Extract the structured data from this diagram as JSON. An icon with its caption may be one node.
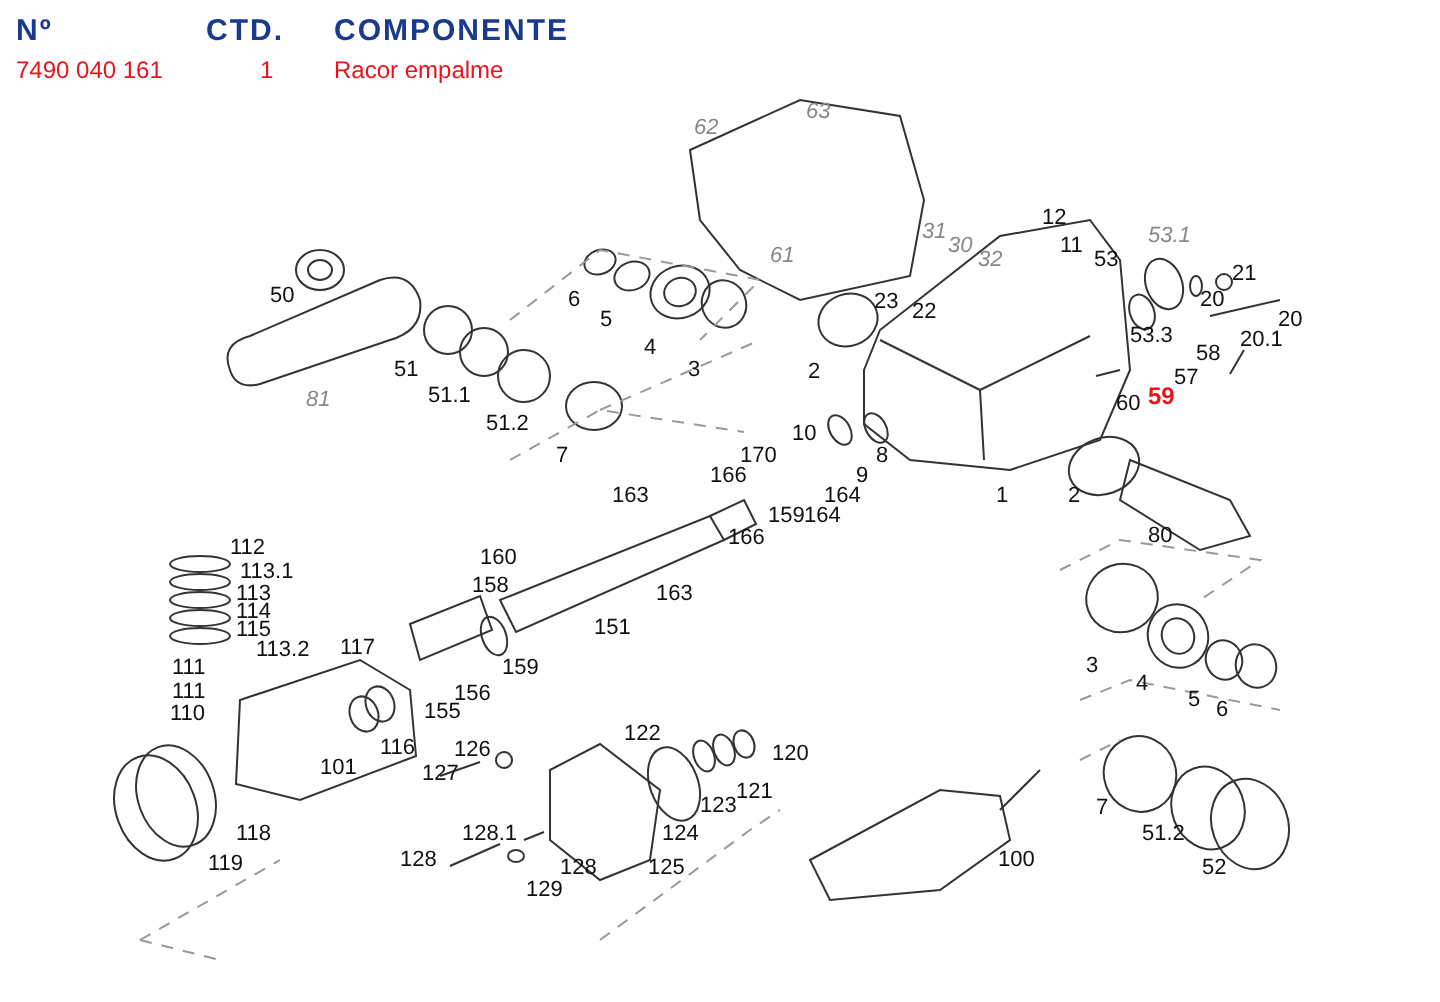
{
  "diagram": {
    "labels": [
      "Nº",
      "CTD.",
      "COMPONENTE",
      "7490 040 161",
      "1",
      "Racor empalme",
      "62",
      "63",
      "61",
      "12",
      "11",
      "31",
      "30",
      "32",
      "53",
      "53.1",
      "21",
      "50",
      "6",
      "5",
      "23",
      "20",
      "22",
      "20",
      "4",
      "3",
      "53.3",
      "20.1",
      "81",
      "51",
      "51.1",
      "51.2",
      "2",
      "58",
      "57",
      "60",
      "59",
      "10",
      "7",
      "170",
      "8",
      "166",
      "9",
      "163",
      "164",
      "1",
      "2",
      "159",
      "164",
      "166",
      "80",
      "160",
      "163",
      "112",
      "113.1",
      "113",
      "114",
      "115",
      "113.2",
      "158",
      "151",
      "111",
      "117",
      "159",
      "3",
      "111",
      "156",
      "110",
      "155",
      "116",
      "4",
      "5",
      "6",
      "122",
      "126",
      "120",
      "127",
      "121",
      "123",
      "101",
      "7",
      "118",
      "128.1",
      "124",
      "51.2",
      "119",
      "128",
      "128",
      "125",
      "100",
      "52",
      "129"
    ]
  }
}
